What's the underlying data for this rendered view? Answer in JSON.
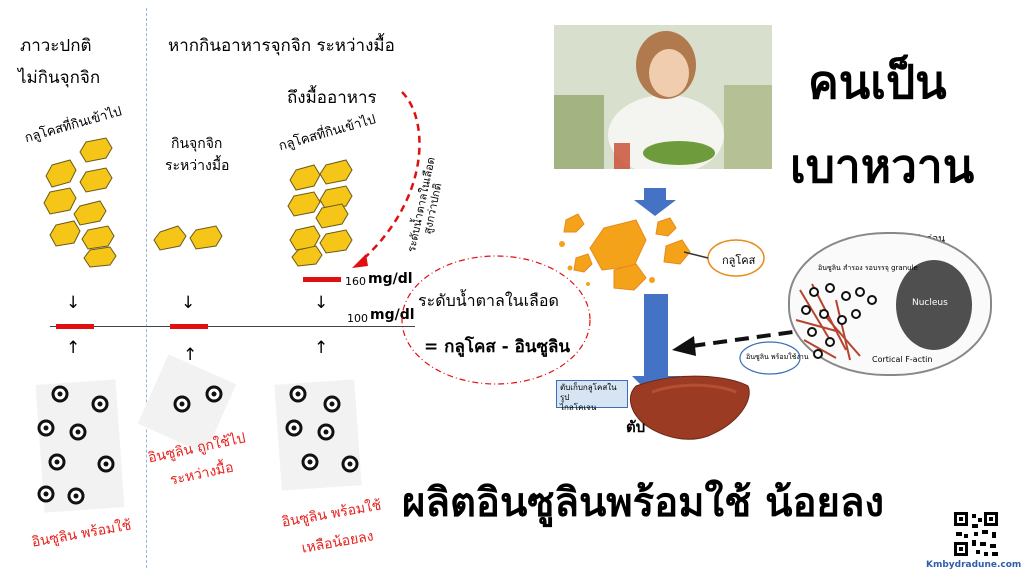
{
  "headers": {
    "normal_line1": "ภาวะปกติ",
    "normal_line2": "ไม่กินจุกจิก",
    "snacking": "หากกินอาหารจุกจิก ระหว่างมื้อ",
    "meal": "ถึงมื้ออาหาร"
  },
  "labels": {
    "glucose_eaten_1": "กลูโคสที่กินเข้าไป",
    "snack_line1": "กินจุกจิก",
    "snack_line2": "ระหว่างมื้อ",
    "glucose_eaten_2": "กลูโคสที่กินเข้าไป",
    "rising_line1": "ระดับน้ำตาลในเลือด",
    "rising_line2": "สูงกว่าปกติ",
    "level_160_num": "160",
    "level_unit_a": "mg/dl",
    "level_100_num": "100",
    "level_unit_b": "mg/dl",
    "equation_title": "ระดับน้ำตาลในเลือด",
    "equation": "= กลูโคส - อินซูลิน",
    "insulin_ready": "อินซูลิน พร้อมใช้",
    "insulin_used_line1": "อินซูลิน ถูกใช้ไป",
    "insulin_used_line2": "ระหว่างมื้อ",
    "insulin_left_line1": "อินซูลิน พร้อมใช้",
    "insulin_left_line2": "เหลือน้อยลง",
    "title_line1": "คนเป็น",
    "title_line2": "เบาหวาน",
    "glucose_tag": "กลูโคส",
    "cell_title": "เบต้าเซลล์ ในตับอ่อน",
    "granule_label": "อินซูลิน สำรอง รอบรรจุ granule",
    "nucleus": "Nucleus",
    "actin": "Cortical F-actin",
    "insulin_ready_small": "อินซูลิน พร้อมใช้งาน",
    "liver_store_line1": "ตับเก็บกลูโคสในรูป",
    "liver_store_line2": "ไกลโคเจน",
    "liver": "ตับ",
    "bottom_text": "ผลิตอินซูลินพร้อมใช้ น้อยลง",
    "website": "Kmbydradune.com"
  },
  "colors": {
    "glucose_fill": "#f5c518",
    "glucose_stroke": "#6a5a1a",
    "red": "#e01010",
    "blue_arrow": "#4472c4"
  }
}
